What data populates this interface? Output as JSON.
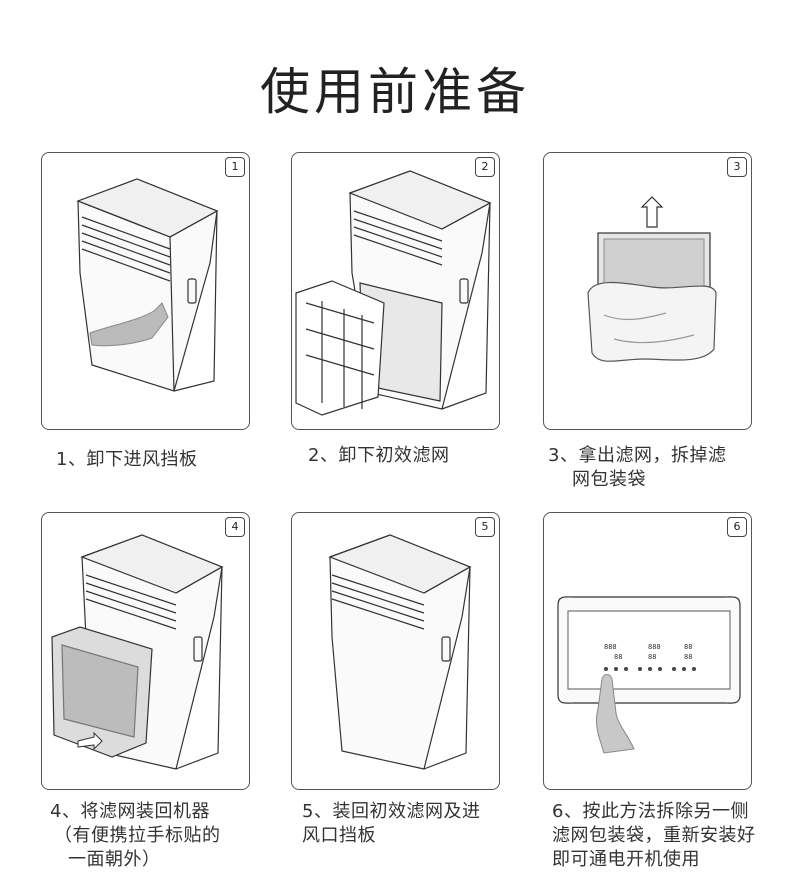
{
  "title": "使用前准备",
  "steps": [
    {
      "num": "1",
      "lines": [
        "1、卸下进风挡板"
      ]
    },
    {
      "num": "2",
      "lines": [
        "2、卸下初效滤网"
      ]
    },
    {
      "num": "3",
      "lines": [
        "3、拿出滤网，拆掉滤",
        "网包装袋"
      ]
    },
    {
      "num": "4",
      "lines": [
        "4、将滤网装回机器",
        "（有便携拉手标贴的",
        "一面朝外）"
      ]
    },
    {
      "num": "5",
      "lines": [
        "5、装回初效滤网及进",
        "风口挡板"
      ]
    },
    {
      "num": "6",
      "lines": [
        "6、按此方法拆除另一侧",
        "滤网包装袋，重新安装好",
        "即可通电开机使用"
      ]
    }
  ],
  "display": {
    "readout1": "888",
    "readout2": "888",
    "readout3": "88",
    "readout4": "88",
    "readout5": "88",
    "readout6": "88"
  }
}
